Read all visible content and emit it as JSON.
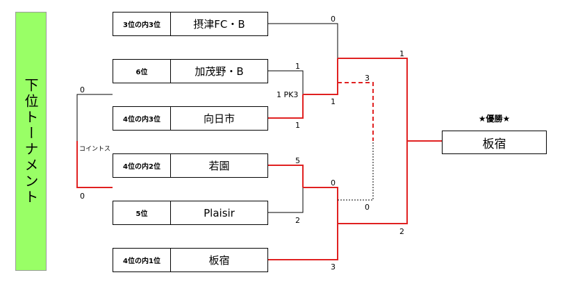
{
  "side_title": "下位トーナメント",
  "teams": [
    {
      "rank": "3位の内3位",
      "name": "摂津FC・B"
    },
    {
      "rank": "6位",
      "name": "加茂野・B"
    },
    {
      "rank": "4位の内3位",
      "name": "向日市"
    },
    {
      "rank": "4位の内2位",
      "name": "若園"
    },
    {
      "rank": "5位",
      "name": "Plaisir"
    },
    {
      "rank": "4位の内1位",
      "name": "板宿"
    }
  ],
  "champion": {
    "label": "★優勝★",
    "name": "板宿"
  },
  "scores": {
    "coin_top": "0",
    "coin_bottom": "0",
    "coin_label": "コイントス",
    "kamono": "1",
    "pk": "1 PK3",
    "muko": "1",
    "wakazono": "5",
    "plaisir": "2",
    "sf1_left": "0",
    "sf1_right": "1",
    "sf2_left": "0",
    "sf2_right": "3",
    "r2_top_a": "0",
    "r2_top_b": "3",
    "final_top": "1",
    "final_bottom": "2"
  },
  "colors": {
    "winner_line": "#e02020",
    "loser_line": "#000000",
    "side_bg": "#99ff66"
  }
}
